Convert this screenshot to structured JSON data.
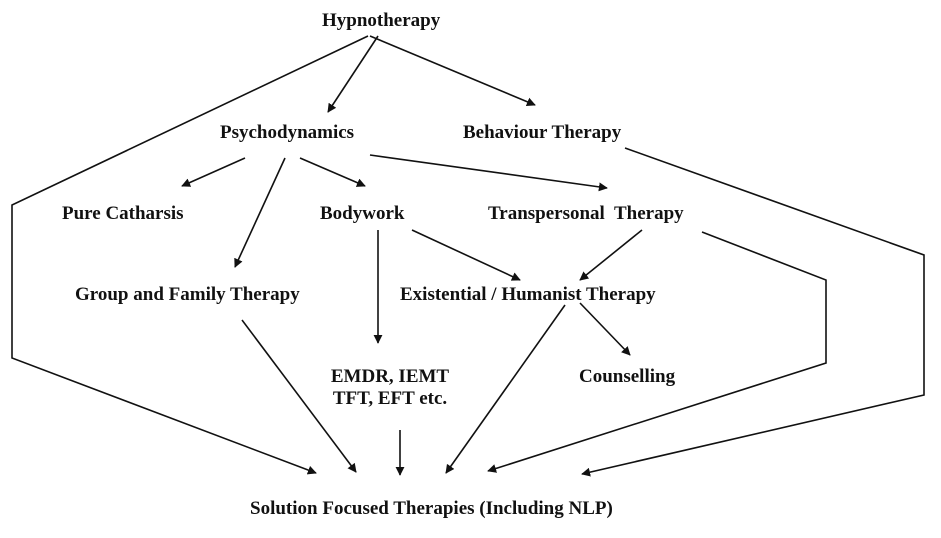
{
  "diagram": {
    "nodes": {
      "hypnotherapy": "Hypnotherapy",
      "psychodynamics": "Psychodynamics",
      "behaviour": "Behaviour Therapy",
      "catharsis": "Pure Catharsis",
      "bodywork": "Bodywork",
      "transpersonal": "Transpersonal  Therapy",
      "group": "Group and Family Therapy",
      "existential": "Existential / Humanist Therapy",
      "emdr_line1": "EMDR, IEMT",
      "emdr_line2": "TFT, EFT etc.",
      "counselling": "Counselling",
      "solution": "Solution Focused Therapies (Including NLP)"
    },
    "edges": [
      {
        "from": "hypnotherapy",
        "to": "psychodynamics"
      },
      {
        "from": "hypnotherapy",
        "to": "behaviour"
      },
      {
        "from": "hypnotherapy",
        "to": "solution"
      },
      {
        "from": "psychodynamics",
        "to": "catharsis"
      },
      {
        "from": "psychodynamics",
        "to": "bodywork"
      },
      {
        "from": "psychodynamics",
        "to": "transpersonal"
      },
      {
        "from": "psychodynamics",
        "to": "group"
      },
      {
        "from": "bodywork",
        "to": "existential"
      },
      {
        "from": "bodywork",
        "to": "emdr"
      },
      {
        "from": "transpersonal",
        "to": "existential"
      },
      {
        "from": "transpersonal",
        "to": "solution"
      },
      {
        "from": "existential",
        "to": "counselling"
      },
      {
        "from": "existential",
        "to": "solution"
      },
      {
        "from": "group",
        "to": "solution"
      },
      {
        "from": "emdr",
        "to": "solution"
      },
      {
        "from": "behaviour",
        "to": "solution"
      }
    ],
    "colors": {
      "ink": "#111111",
      "background": "#ffffff"
    }
  }
}
